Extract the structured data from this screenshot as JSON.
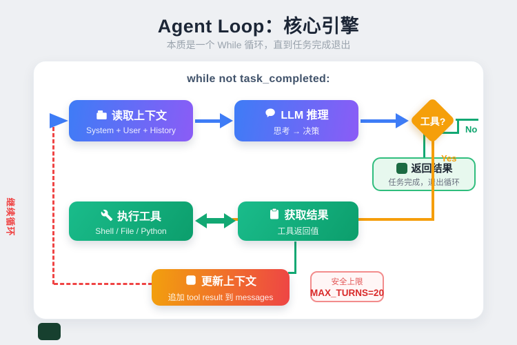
{
  "page": {
    "title": "Agent Loop：核心引擎",
    "subtitle": "本质是一个 While 循环，直到任务完成退出"
  },
  "loop": {
    "header": "while not task_completed:",
    "nodes": {
      "read_context": {
        "title": "读取上下文",
        "subtitle": "System + User + History",
        "icon": "inbox-icon"
      },
      "llm_reasoning": {
        "title": "LLM 推理",
        "subtitle": "思考 → 决策",
        "icon": "brain-icon"
      },
      "tool_decision": {
        "label": "工具?"
      },
      "return_result": {
        "title": "返回结果",
        "subtitle": "任务完成，退出循环",
        "icon": "book-icon"
      },
      "exec_tool": {
        "title": "执行工具",
        "subtitle": "Shell / File / Python",
        "icon": "wrench-icon"
      },
      "get_result": {
        "title": "获取结果",
        "subtitle": "工具返回值",
        "icon": "clipboard-icon"
      },
      "update_context": {
        "title": "更新上下文",
        "subtitle": "追加 tool result 到 messages",
        "icon": "memo-icon"
      },
      "max_turns": {
        "caption": "安全上限",
        "value": "MAX_TURNS=20"
      }
    },
    "edges": {
      "no_label": "No",
      "yes_label": "Yes",
      "continue_label": "继续循环"
    }
  },
  "colors": {
    "accent_blue": "#3e7cf6",
    "accent_purple": "#8b5cf6",
    "accent_green": "#12a873",
    "accent_orange": "#f59e0b",
    "accent_red": "#ef4444",
    "soft_green_bg": "#e7f8ee",
    "card_bg": "#ffffff",
    "page_bg": "#eef0f3"
  }
}
